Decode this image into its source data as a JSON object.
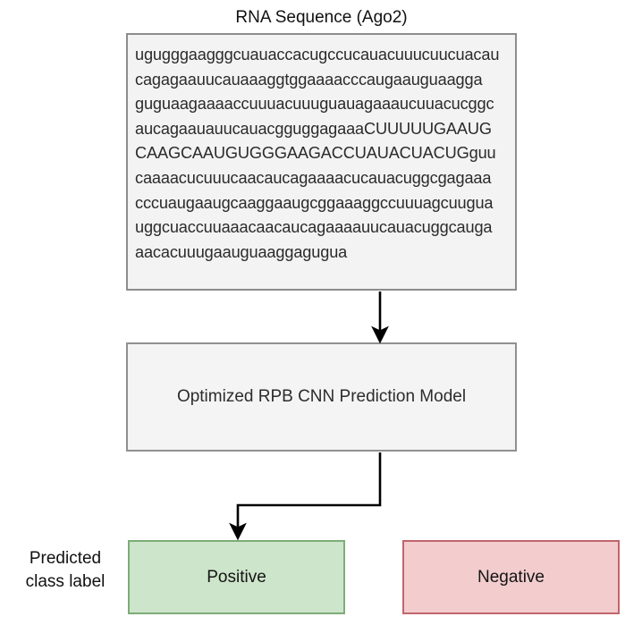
{
  "diagram": {
    "title": "RNA Sequence (Ago2)",
    "sequence_lines": [
      "ugugggaagggcuauaccacugccucauacuuucuucuacau",
      "cagagaauucauaaaggtggaaaacccaugaauguaagga",
      "guguaagaaaaccuuuacuuuguauagaaaucuuacucggc",
      "aucagaauauucauacgguggagaaaCUUUUUGAAUG",
      "CAAGCAAUGUGGGAAGACCUAUACUACUGguu",
      "caaaacucuuucaacaucagaaaacucauacuggcgagaaa",
      "cccuaugaaugcaaggaaugcggaaaggccuuuagcuugua",
      "uggcuaccuuaaacaacaucagaaaauucauacuggcauga",
      "aacacuuugaauguaaggaguguа"
    ],
    "model_label": "Optimized RPB CNN Prediction Model",
    "class_label_line1": "Predicted",
    "class_label_line2": "class label",
    "outcomes": [
      {
        "label": "Positive",
        "state": "selected",
        "fill": "#cde5ca",
        "stroke": "#7eab79"
      },
      {
        "label": "Negative",
        "state": "unselected",
        "fill": "#f3ccce",
        "stroke": "#c0666c"
      }
    ],
    "arrows": [
      {
        "name": "sequence-to-model",
        "from": "sequence-box",
        "to": "model-box"
      },
      {
        "name": "model-to-positive",
        "from": "model-box",
        "to": "positive-box"
      }
    ]
  }
}
